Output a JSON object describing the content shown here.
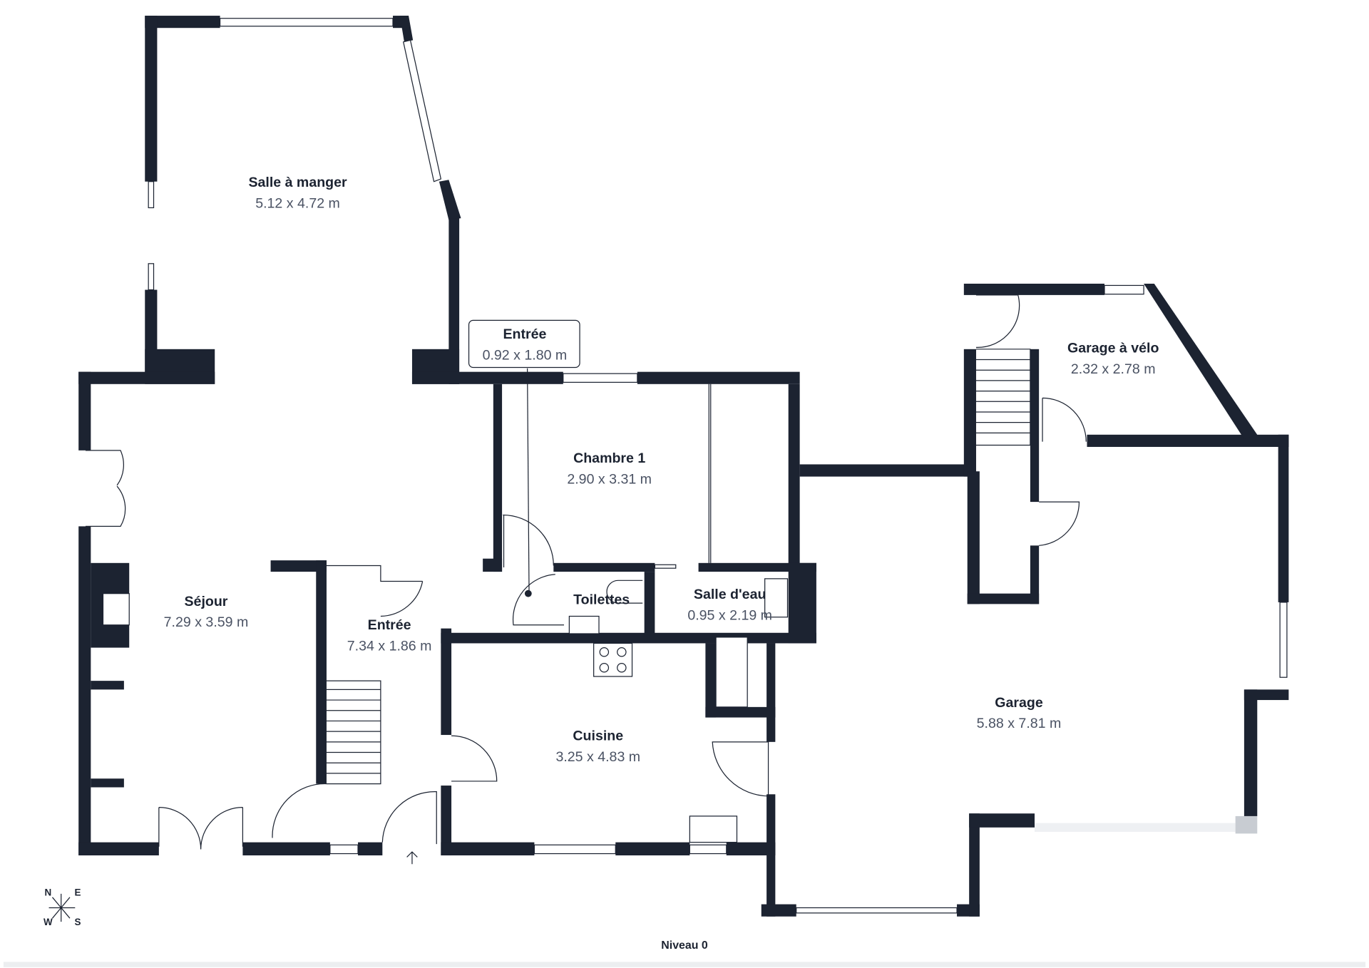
{
  "rooms": [
    {
      "name": "Salle à manger",
      "dims": "5.12 x 4.72 m"
    },
    {
      "name": "Séjour",
      "dims": "7.29 x 3.59 m"
    },
    {
      "name": "Entrée",
      "dims": "7.34 x 1.86 m"
    },
    {
      "name": "Entrée",
      "dims": "0.92 x 1.80 m"
    },
    {
      "name": "Chambre 1",
      "dims": "2.90 x 3.31 m"
    },
    {
      "name": "Toilettes",
      "dims": ""
    },
    {
      "name": "Salle d'eau",
      "dims": "0.95 x 2.19 m"
    },
    {
      "name": "Cuisine",
      "dims": "3.25 x 4.83 m"
    },
    {
      "name": "Garage à vélo",
      "dims": "2.32 x 2.78 m"
    },
    {
      "name": "Garage",
      "dims": "5.88 x 7.81 m"
    }
  ],
  "compass": {
    "n": "N",
    "e": "E",
    "w": "W",
    "s": "S"
  },
  "level": "Niveau 0",
  "colors": {
    "wall": "#1c2331",
    "dims_text": "#4a5263"
  }
}
